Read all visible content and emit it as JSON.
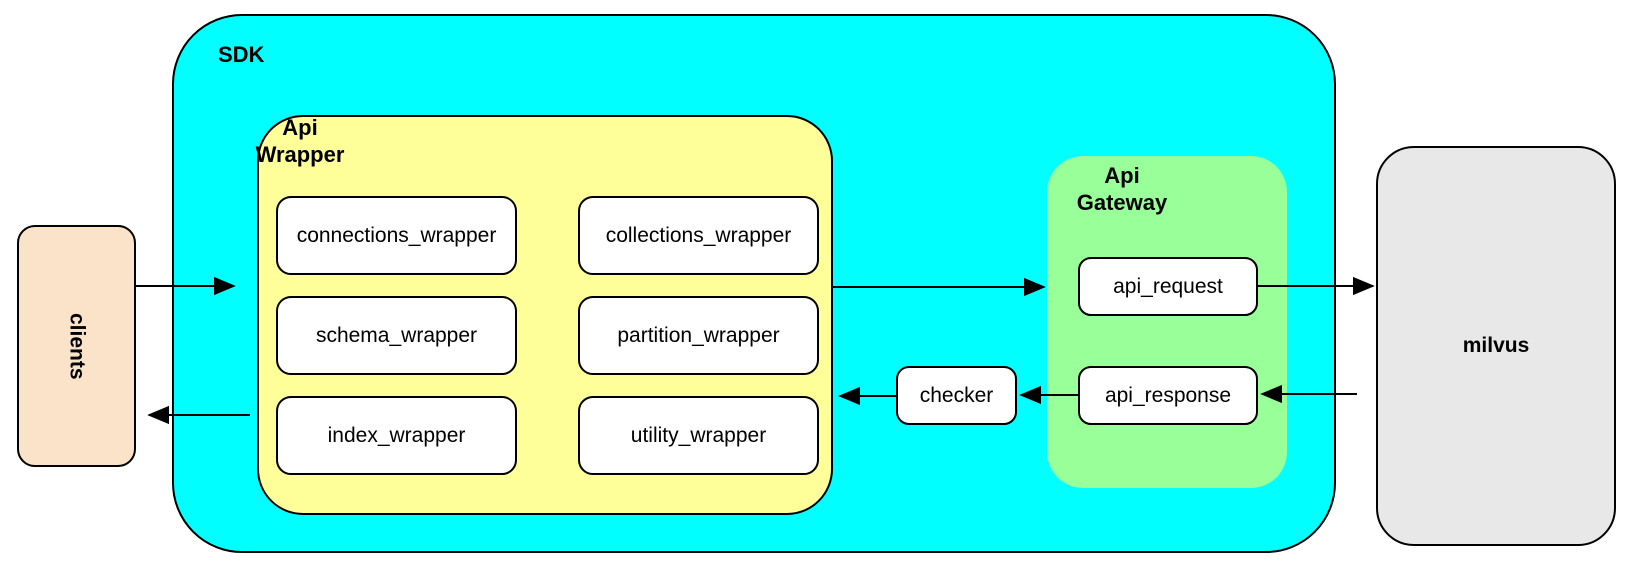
{
  "colors": {
    "canvas-bg": "#FFFFFF",
    "sdk-fill": "#00FFFF",
    "wrapper-fill": "#FFFF99",
    "gateway-fill": "#99FF99",
    "clients-fill": "#FAE3C8",
    "milvus-fill": "#E8E8E8",
    "node-fill": "#FFFFFF",
    "line": "#000000",
    "text": "#000000"
  },
  "diagram": {
    "clients": {
      "label": "clients"
    },
    "sdk": {
      "label": "SDK"
    },
    "api_wrapper": {
      "label_line1": "Api",
      "label_line2": "Wrapper",
      "nodes": [
        "connections_wrapper",
        "collections_wrapper",
        "schema_wrapper",
        "partition_wrapper",
        "index_wrapper",
        "utility_wrapper"
      ]
    },
    "checker": {
      "label": "checker"
    },
    "api_gateway": {
      "label_line1": "Api",
      "label_line2": "Gateway",
      "nodes": [
        "api_request",
        "api_response"
      ]
    },
    "milvus": {
      "label": "milvus"
    }
  }
}
